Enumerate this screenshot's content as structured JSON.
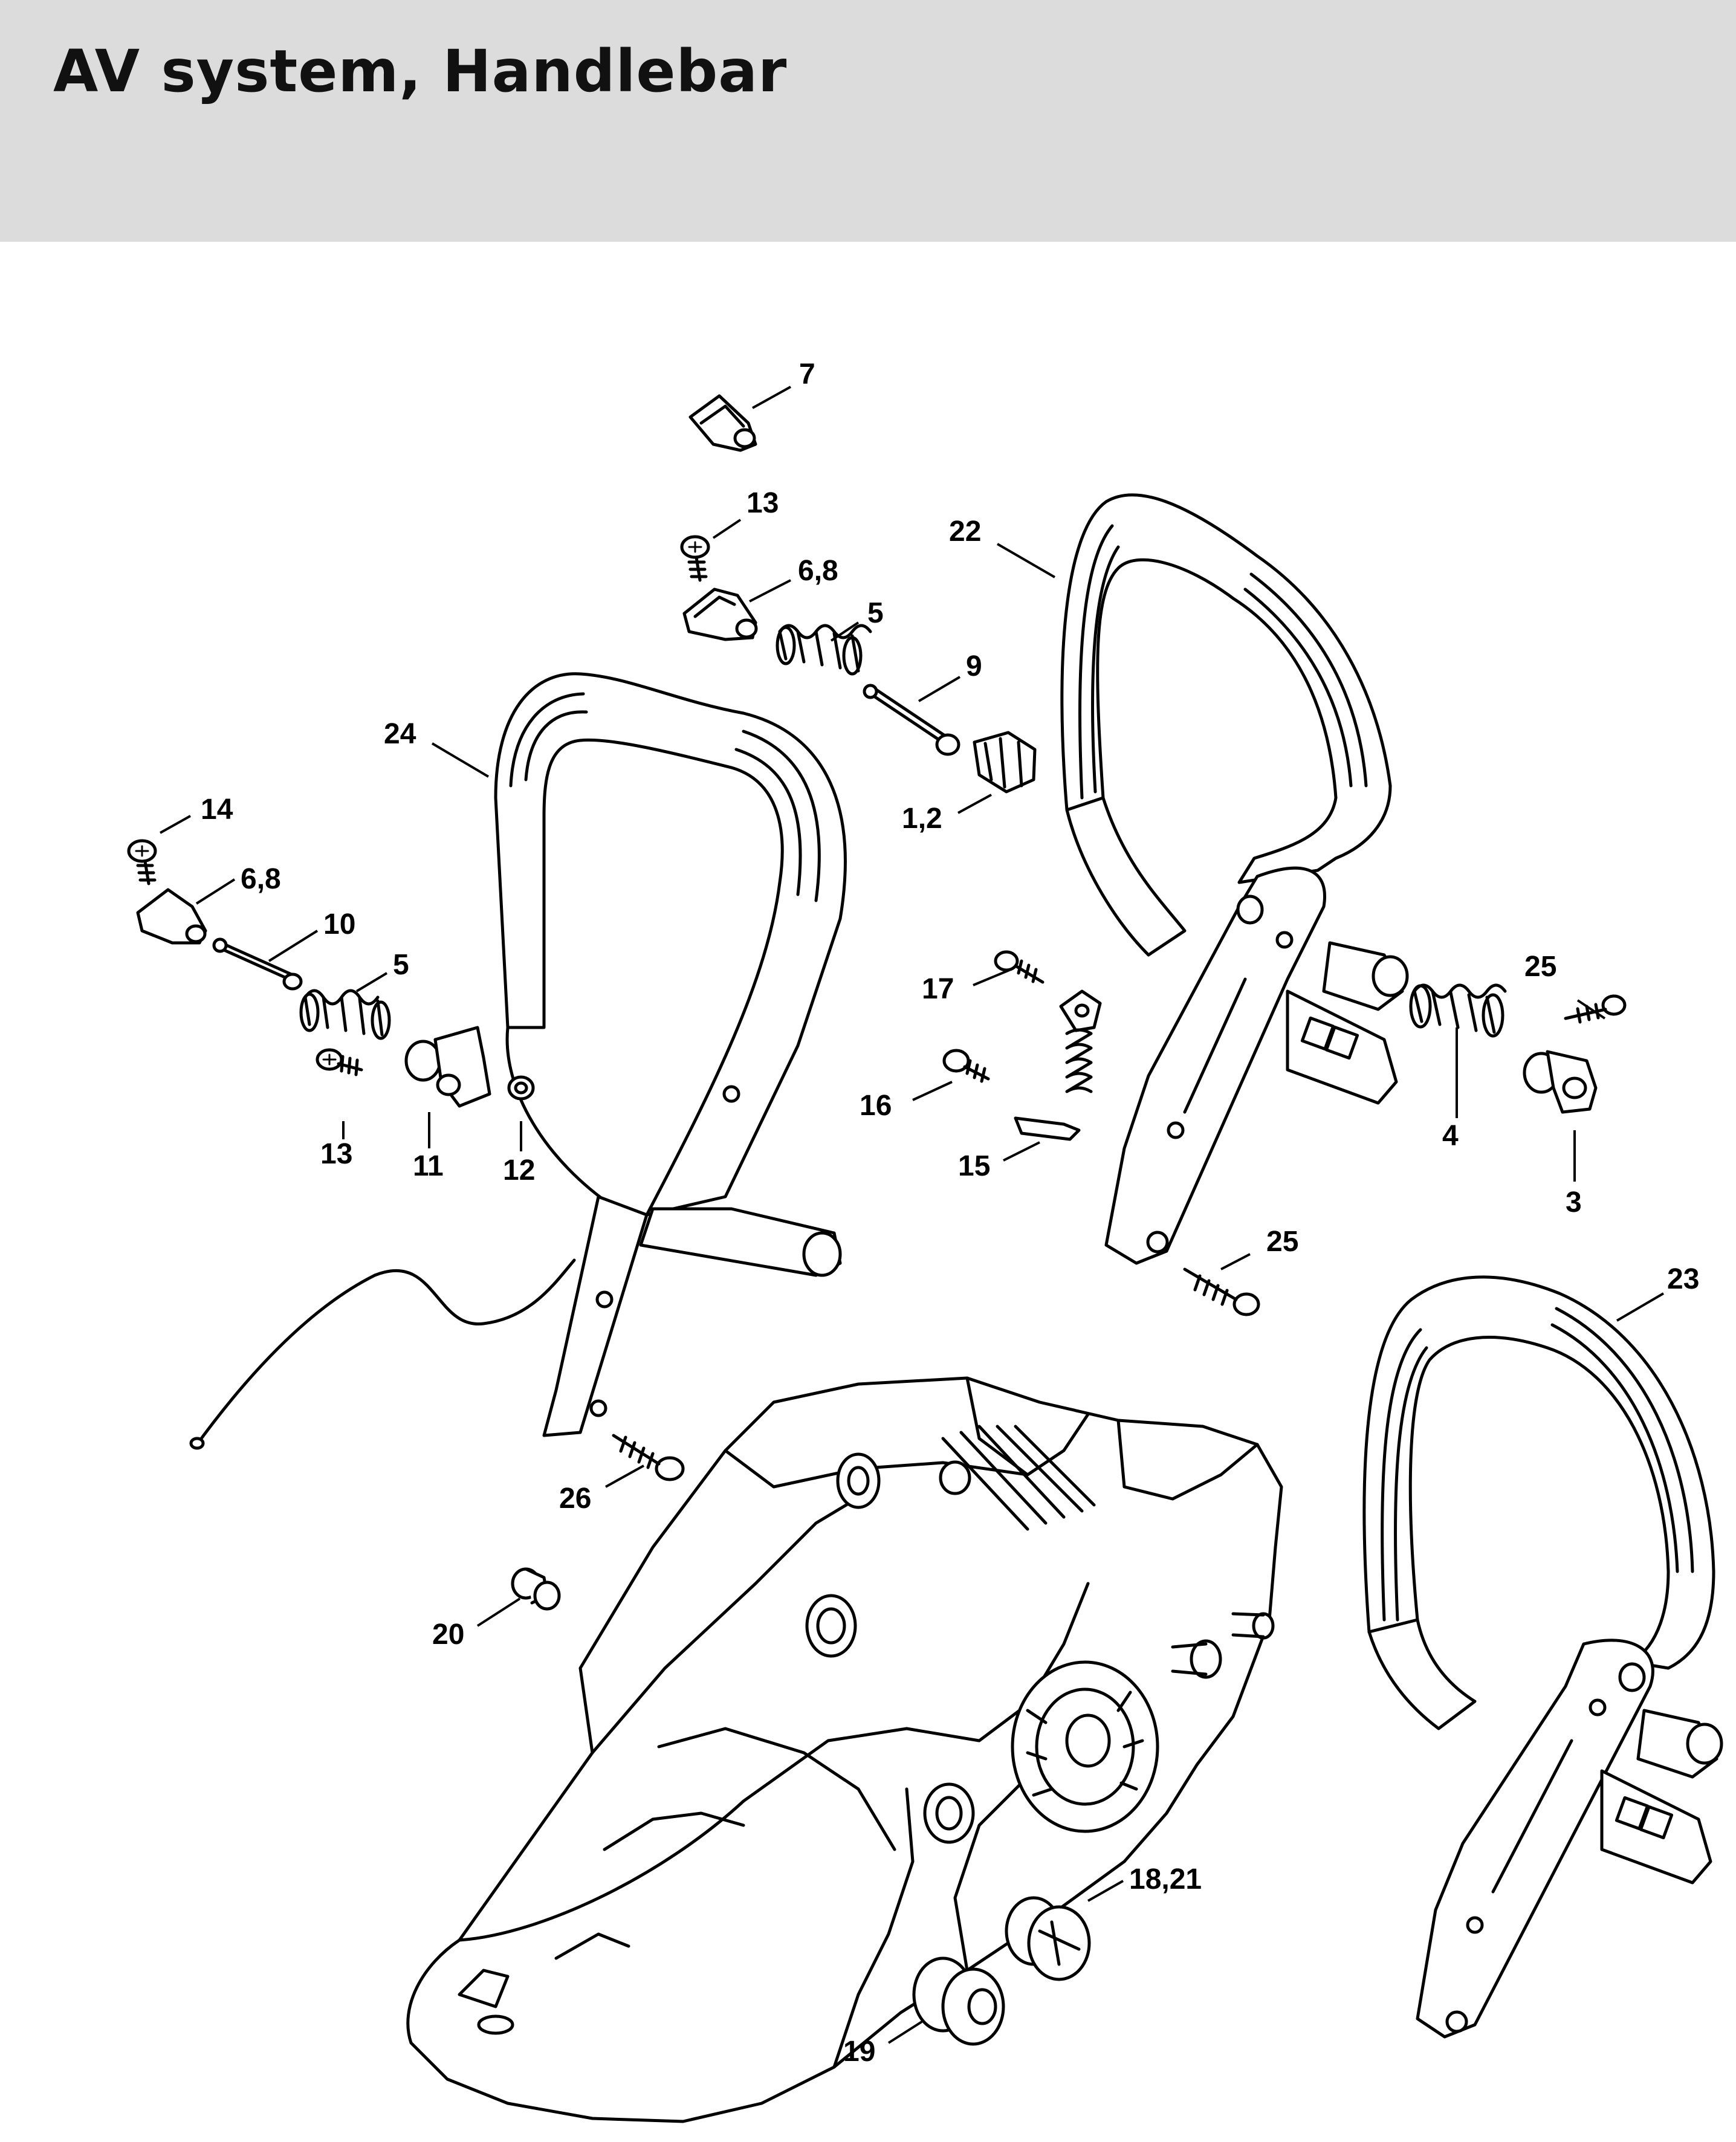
{
  "header": {
    "title": "AV system, Handlebar"
  },
  "diagram": {
    "callouts": [
      {
        "id": "c7",
        "label": "7"
      },
      {
        "id": "c13a",
        "label": "13"
      },
      {
        "id": "c68a",
        "label": "6,8"
      },
      {
        "id": "c5a",
        "label": "5"
      },
      {
        "id": "c9",
        "label": "9"
      },
      {
        "id": "c22",
        "label": "22"
      },
      {
        "id": "c12b",
        "label": "1,2"
      },
      {
        "id": "c24",
        "label": "24"
      },
      {
        "id": "c14",
        "label": "14"
      },
      {
        "id": "c68b",
        "label": "6,8"
      },
      {
        "id": "c10",
        "label": "10"
      },
      {
        "id": "c5b",
        "label": "5"
      },
      {
        "id": "c13b",
        "label": "13"
      },
      {
        "id": "c11",
        "label": "11"
      },
      {
        "id": "c12",
        "label": "12"
      },
      {
        "id": "c17",
        "label": "17"
      },
      {
        "id": "c16",
        "label": "16"
      },
      {
        "id": "c15",
        "label": "15"
      },
      {
        "id": "c25a",
        "label": "25"
      },
      {
        "id": "c4",
        "label": "4"
      },
      {
        "id": "c3",
        "label": "3"
      },
      {
        "id": "c25b",
        "label": "25"
      },
      {
        "id": "c23",
        "label": "23"
      },
      {
        "id": "c26",
        "label": "26"
      },
      {
        "id": "c20",
        "label": "20"
      },
      {
        "id": "c1821",
        "label": "18,21"
      },
      {
        "id": "c19",
        "label": "19"
      }
    ]
  }
}
